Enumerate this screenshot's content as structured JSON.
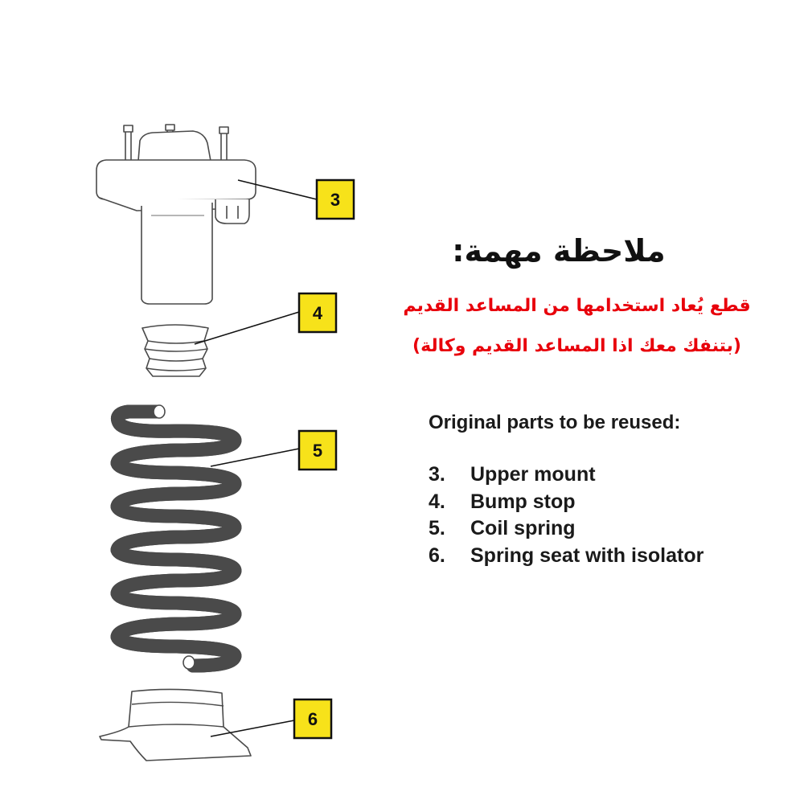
{
  "note": {
    "title": "ملاحظة مهمة:",
    "line1": "قطع يُعاد استخدامها من المساعد القديم",
    "line2": "(بتنفك معك اذا المساعد القديم وكالة)",
    "accent_color": "#e8000b"
  },
  "parts": {
    "heading": "Original parts to be reused:",
    "items": [
      {
        "num": "3.",
        "label": "Upper mount"
      },
      {
        "num": "4.",
        "label": "Bump stop"
      },
      {
        "num": "5.",
        "label": "Coil spring"
      },
      {
        "num": "6.",
        "label": "Spring seat with isolator"
      }
    ]
  },
  "callouts": [
    "3",
    "4",
    "5",
    "6"
  ],
  "colors": {
    "callout_fill": "#f7e21a",
    "line_art": "#4a4a4a",
    "text": "#1a1a1a"
  }
}
